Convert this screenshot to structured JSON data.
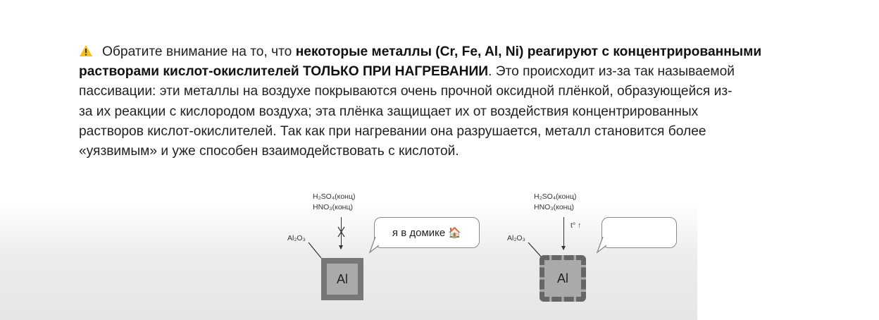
{
  "note": {
    "icon": "warning-icon",
    "lines": [
      {
        "normal": "Обратите внимание на то, что ",
        "bold": "некоторые металлы (Cr, Fe, Al, Ni) реагируют с концентрированными"
      },
      {
        "bold": "растворами кислот-окислителей ТОЛЬКО ПРИ НАГРЕВАНИИ",
        "normal": ". Это происходит из-за так называемой"
      },
      {
        "normal": "пассивации: эти металлы на воздухе покрываются очень прочной оксидной плёнкой, образующейся из-"
      },
      {
        "normal": "за их реакции с кислородом воздуха; эта плёнка защищает их от воздействия концентрированных"
      },
      {
        "normal": "растворов кислот-окислителей. Так как при нагревании она разрушается, металл становится более"
      },
      {
        "normal": "«уязвимым» и уже способен взаимодействовать с кислотой."
      }
    ]
  },
  "diagram": {
    "left": {
      "acid1": "H₂SO₄(конц)",
      "acid2": "HNO₃(конц)",
      "oxide": "Al₂O₃",
      "metal": "Al",
      "bubble": "я в домике 🏠"
    },
    "right": {
      "acid1": "H₂SO₄(конц)",
      "acid2": "HNO₃(конц)",
      "oxide": "Al₂O₃",
      "metal": "Al",
      "heat": "t° ↑",
      "bubble": ""
    }
  }
}
